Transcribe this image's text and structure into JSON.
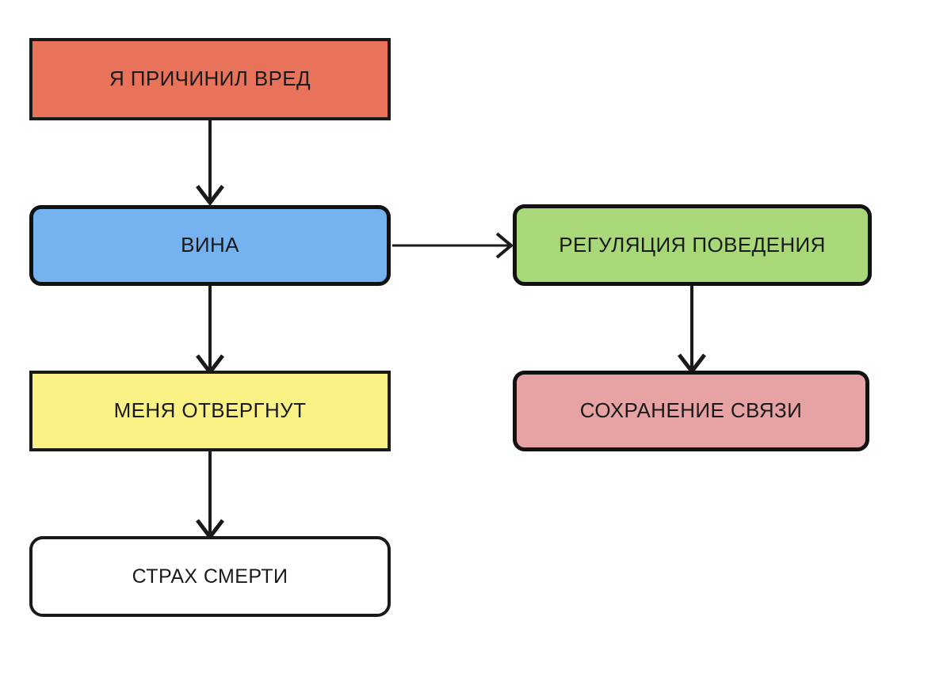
{
  "diagram": {
    "background_color": "#ffffff",
    "nodes": [
      {
        "id": "harm",
        "label": "Я ПРИЧИНИЛ ВРЕД",
        "fill": "#e8735a",
        "border_color": "#1a1a1a",
        "shape": "rectangle"
      },
      {
        "id": "guilt",
        "label": "ВИНА",
        "fill": "#74b3ef",
        "border_color": "#111111",
        "shape": "rounded-rectangle"
      },
      {
        "id": "rejected",
        "label": "МЕНЯ ОТВЕРГНУТ",
        "fill": "#fbf286",
        "border_color": "#1a1a1a",
        "shape": "rectangle"
      },
      {
        "id": "death-fear",
        "label": "СТРАХ СМЕРТИ",
        "fill": "#ffffff",
        "border_color": "#1a1a1a",
        "shape": "rounded-rectangle"
      },
      {
        "id": "behavior",
        "label": "РЕГУЛЯЦИЯ ПОВЕДЕНИЯ",
        "fill": "#a8d878",
        "border_color": "#111111",
        "shape": "rounded-rectangle"
      },
      {
        "id": "connection",
        "label": "СОХРАНЕНИЕ СВЯЗИ",
        "fill": "#e7a3a3",
        "border_color": "#111111",
        "shape": "rounded-rectangle"
      }
    ],
    "edges": [
      {
        "id": "harm-to-guilt",
        "from": "harm",
        "to": "guilt",
        "direction": "down",
        "color": "#1a1a1a"
      },
      {
        "id": "guilt-to-behavior",
        "from": "guilt",
        "to": "behavior",
        "direction": "right",
        "color": "#1a1a1a"
      },
      {
        "id": "guilt-to-rejected",
        "from": "guilt",
        "to": "rejected",
        "direction": "down",
        "color": "#1a1a1a"
      },
      {
        "id": "rejected-to-death-fear",
        "from": "rejected",
        "to": "death-fear",
        "direction": "down",
        "color": "#1a1a1a"
      },
      {
        "id": "behavior-to-connection",
        "from": "behavior",
        "to": "connection",
        "direction": "down",
        "color": "#1a1a1a"
      }
    ]
  }
}
